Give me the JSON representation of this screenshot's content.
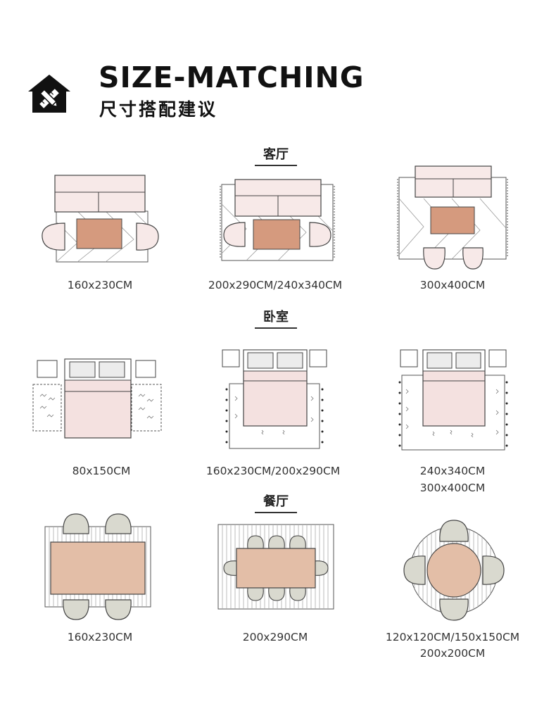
{
  "header": {
    "title": "SIZE-MATCHING",
    "subtitle": "尺寸搭配建议",
    "logo_icon": "house-ruler-pencil-icon"
  },
  "sections": [
    {
      "label": "客厅",
      "items": [
        {
          "caption": "160x230CM"
        },
        {
          "caption": "200x290CM/240x340CM"
        },
        {
          "caption": "300x400CM"
        }
      ]
    },
    {
      "label": "卧室",
      "items": [
        {
          "caption": "80x150CM"
        },
        {
          "caption": "160x230CM/200x290CM"
        },
        {
          "caption_line1": "240x340CM",
          "caption_line2": "300x400CM"
        }
      ]
    },
    {
      "label": "餐厅",
      "items": [
        {
          "caption": "160x230CM"
        },
        {
          "caption": "200x290CM"
        },
        {
          "caption_line1": "120x120CM/150x150CM",
          "caption_line2": "200x200CM"
        }
      ]
    }
  ],
  "colors": {
    "sofa_pink": "#f7e9e8",
    "table_orange": "#d59a7e",
    "bed_pink": "#f4e1e0",
    "chair_gray": "#d9d9cf",
    "dining_table": "#e3bea7",
    "stroke": "#444444"
  }
}
